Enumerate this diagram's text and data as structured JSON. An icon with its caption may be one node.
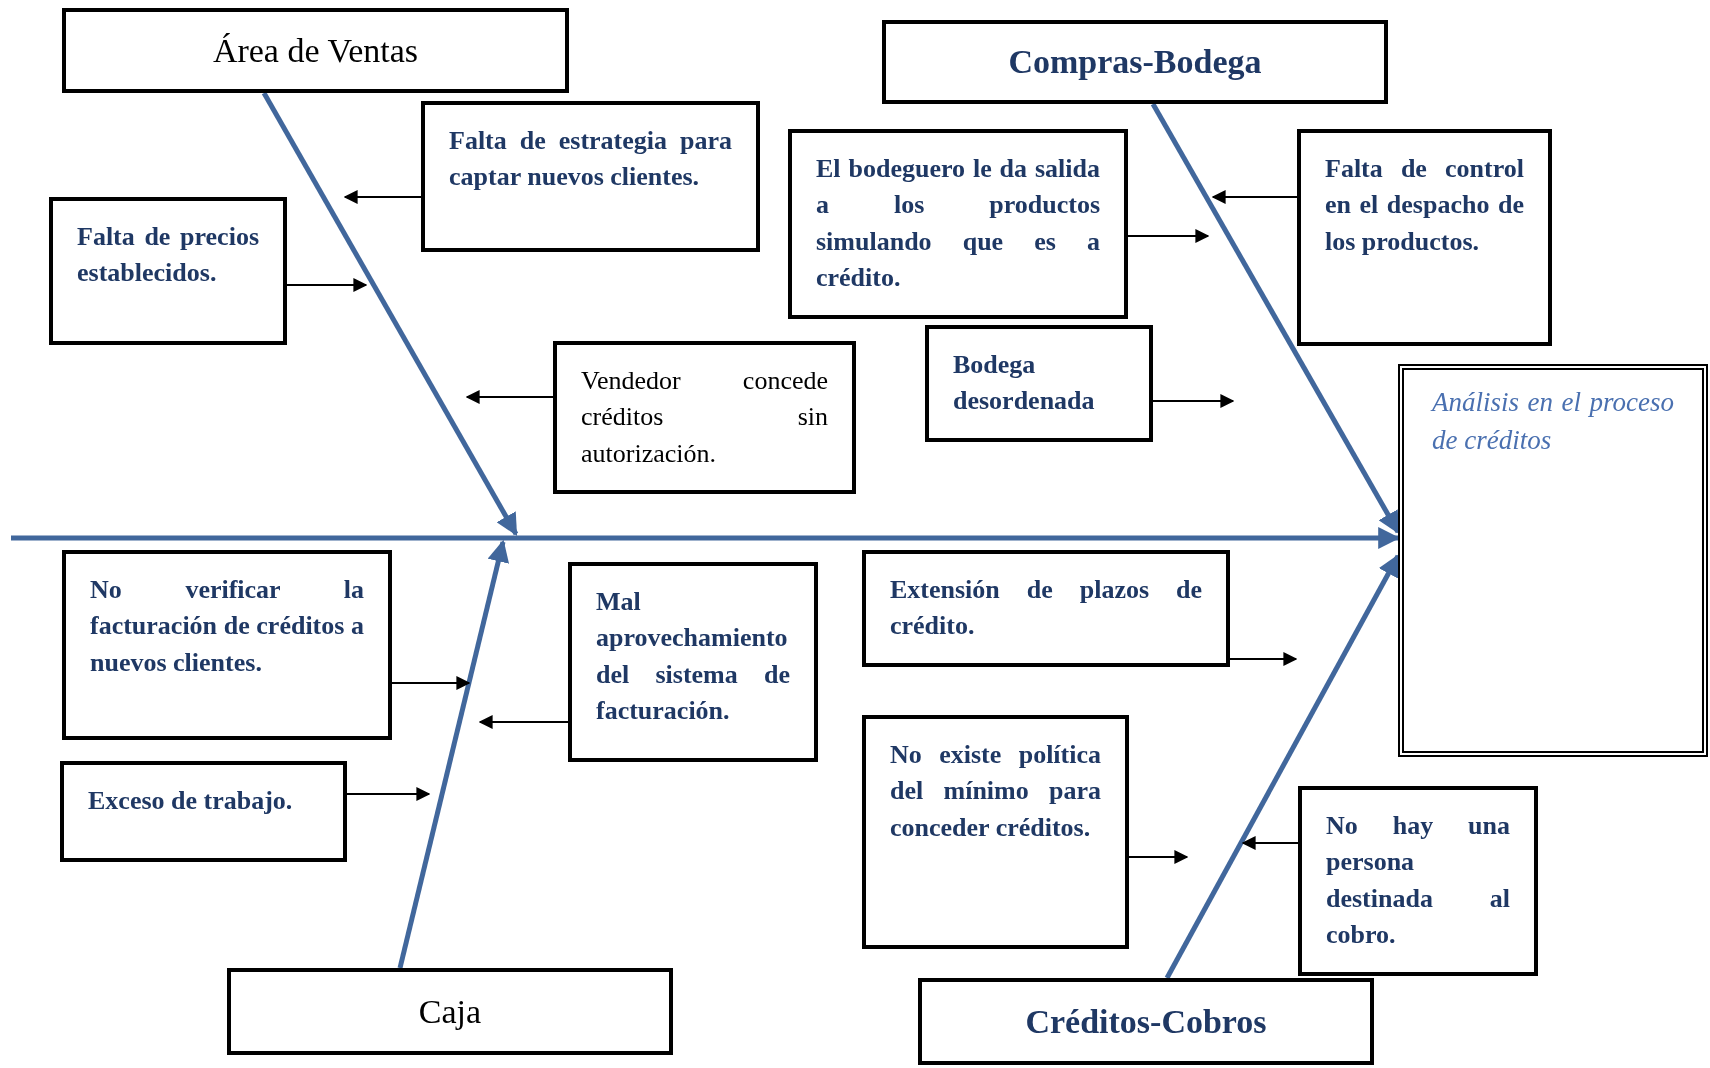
{
  "diagram": {
    "nodes": [
      {
        "text": [
          "Área de Ventas"
        ]
      },
      {
        "text": [
          "Falta de estrategia para captar nuevos clientes."
        ]
      },
      {
        "text": [
          "Falta de precios establecidos."
        ]
      },
      {
        "text": [
          "Vendedor concede créditos sin autorización."
        ]
      },
      {
        "text": [
          "Compras-Bodega"
        ]
      },
      {
        "text": [
          "El bodeguero le da salida a los productos simulando que es a crédito."
        ]
      },
      {
        "text": [
          "Falta de control en el despacho de los productos."
        ]
      },
      {
        "text": [
          "Bodega desordenada"
        ]
      },
      {
        "text": [
          "Análisis en el proceso de créditos"
        ]
      },
      {
        "text": [
          "No verificar la facturación de créditos a nuevos clientes."
        ]
      },
      {
        "text": [
          "Mal aprovechamiento del sistema de facturación."
        ]
      },
      {
        "text": [
          "Exceso de trabajo."
        ]
      },
      {
        "text": [
          "Extensión de plazos de crédito."
        ]
      },
      {
        "text": [
          "No existe política del mínimo para conceder créditos."
        ]
      },
      {
        "text": [
          "No hay una persona destinada al cobro."
        ]
      },
      {
        "text": [
          "Caja"
        ]
      },
      {
        "text": [
          "Créditos-Cobros"
        ]
      }
    ],
    "edges": [
      {
        "from": null,
        "to": 8,
        "arrow": "to",
        "style": "thick",
        "color": "#41679c"
      },
      {
        "from": 0,
        "to": null,
        "arrow": "to",
        "style": "thick",
        "color": "#41679c"
      },
      {
        "from": 4,
        "to": 8,
        "arrow": "to",
        "style": "thick",
        "color": "#41679c"
      },
      {
        "from": 15,
        "to": null,
        "arrow": "to",
        "style": "thick",
        "color": "#41679c"
      },
      {
        "from": 16,
        "to": 8,
        "arrow": "to",
        "style": "thick",
        "color": "#41679c"
      },
      {
        "from": 1,
        "to": null,
        "arrow": "to"
      },
      {
        "from": 2,
        "to": null,
        "arrow": "to"
      },
      {
        "from": 3,
        "to": null,
        "arrow": "to"
      },
      {
        "from": 5,
        "to": null,
        "arrow": "to"
      },
      {
        "from": 6,
        "to": null,
        "arrow": "to"
      },
      {
        "from": 7,
        "to": null,
        "arrow": "to"
      },
      {
        "from": 9,
        "to": null,
        "arrow": "to"
      },
      {
        "from": 10,
        "to": null,
        "arrow": "to"
      },
      {
        "from": 11,
        "to": null,
        "arrow": "to"
      },
      {
        "from": 12,
        "to": null,
        "arrow": "to"
      },
      {
        "from": 13,
        "to": null,
        "arrow": "to"
      },
      {
        "from": 14,
        "to": null,
        "arrow": "to"
      }
    ]
  }
}
